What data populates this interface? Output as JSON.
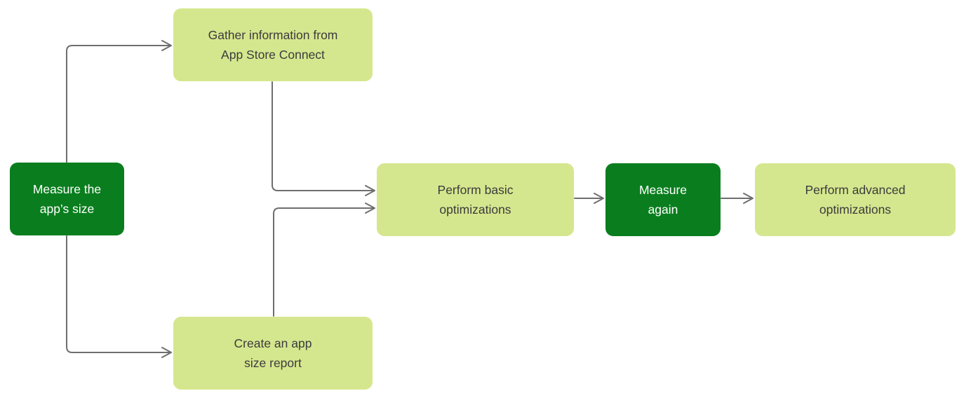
{
  "diagram": {
    "type": "flowchart",
    "nodes": [
      {
        "id": "measure",
        "label": "Measure the\napp’s size",
        "variant": "primary"
      },
      {
        "id": "gather",
        "label": "Gather information from\nApp Store Connect",
        "variant": "secondary"
      },
      {
        "id": "create",
        "label": "Create an app\nsize report",
        "variant": "secondary"
      },
      {
        "id": "basic",
        "label": "Perform basic\noptimizations",
        "variant": "secondary"
      },
      {
        "id": "again",
        "label": "Measure\nagain",
        "variant": "primary"
      },
      {
        "id": "advanced",
        "label": "Perform advanced\noptimizations",
        "variant": "secondary"
      }
    ],
    "edges": [
      {
        "from": "measure",
        "to": "gather"
      },
      {
        "from": "measure",
        "to": "create"
      },
      {
        "from": "gather",
        "to": "basic"
      },
      {
        "from": "create",
        "to": "basic"
      },
      {
        "from": "basic",
        "to": "again"
      },
      {
        "from": "again",
        "to": "advanced"
      }
    ]
  },
  "colors": {
    "background": "#ffffff",
    "node_primary": "#0a7e1e",
    "node_primary_text": "#ffffff",
    "node_secondary": "#d5e78e",
    "node_secondary_text": "#3b3b3d",
    "connector": "#6e6e6e"
  }
}
